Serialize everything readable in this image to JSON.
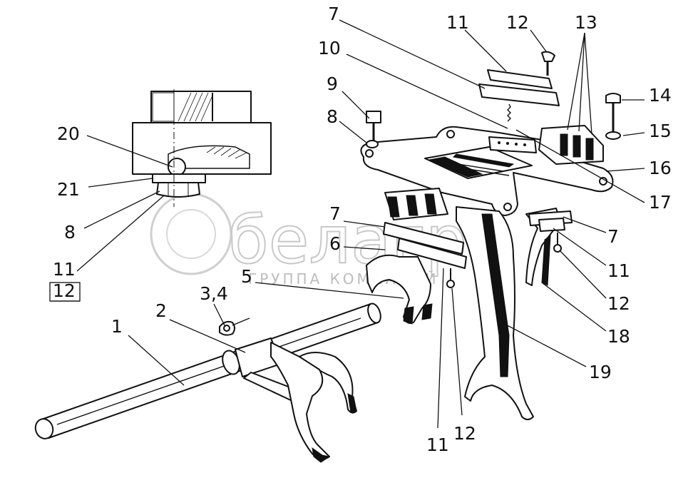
{
  "watermark": {
    "brand": "белагро",
    "subtitle": "ГРУППА КОМПАНИЙ"
  },
  "callouts": [
    {
      "id": "c1",
      "text": "1"
    },
    {
      "id": "c2",
      "text": "2"
    },
    {
      "id": "c34",
      "text": "3,4"
    },
    {
      "id": "c5",
      "text": "5"
    },
    {
      "id": "c6",
      "text": "6"
    },
    {
      "id": "c7a",
      "text": "7"
    },
    {
      "id": "c7b",
      "text": "7"
    },
    {
      "id": "c7c",
      "text": "7"
    },
    {
      "id": "c8a",
      "text": "8"
    },
    {
      "id": "c8b",
      "text": "8"
    },
    {
      "id": "c9",
      "text": "9"
    },
    {
      "id": "c10",
      "text": "10"
    },
    {
      "id": "c11a",
      "text": "11"
    },
    {
      "id": "c11b",
      "text": "11"
    },
    {
      "id": "c11c",
      "text": "11"
    },
    {
      "id": "c11d",
      "text": "11"
    },
    {
      "id": "c12a",
      "text": "12"
    },
    {
      "id": "c12b",
      "text": "12"
    },
    {
      "id": "c12c",
      "text": "12"
    },
    {
      "id": "c12d",
      "text": "12"
    },
    {
      "id": "c13",
      "text": "13"
    },
    {
      "id": "c14",
      "text": "14"
    },
    {
      "id": "c15",
      "text": "15"
    },
    {
      "id": "c16",
      "text": "16"
    },
    {
      "id": "c17",
      "text": "17"
    },
    {
      "id": "c18",
      "text": "18"
    },
    {
      "id": "c19",
      "text": "19"
    },
    {
      "id": "c20",
      "text": "20"
    },
    {
      "id": "c21",
      "text": "21"
    }
  ]
}
